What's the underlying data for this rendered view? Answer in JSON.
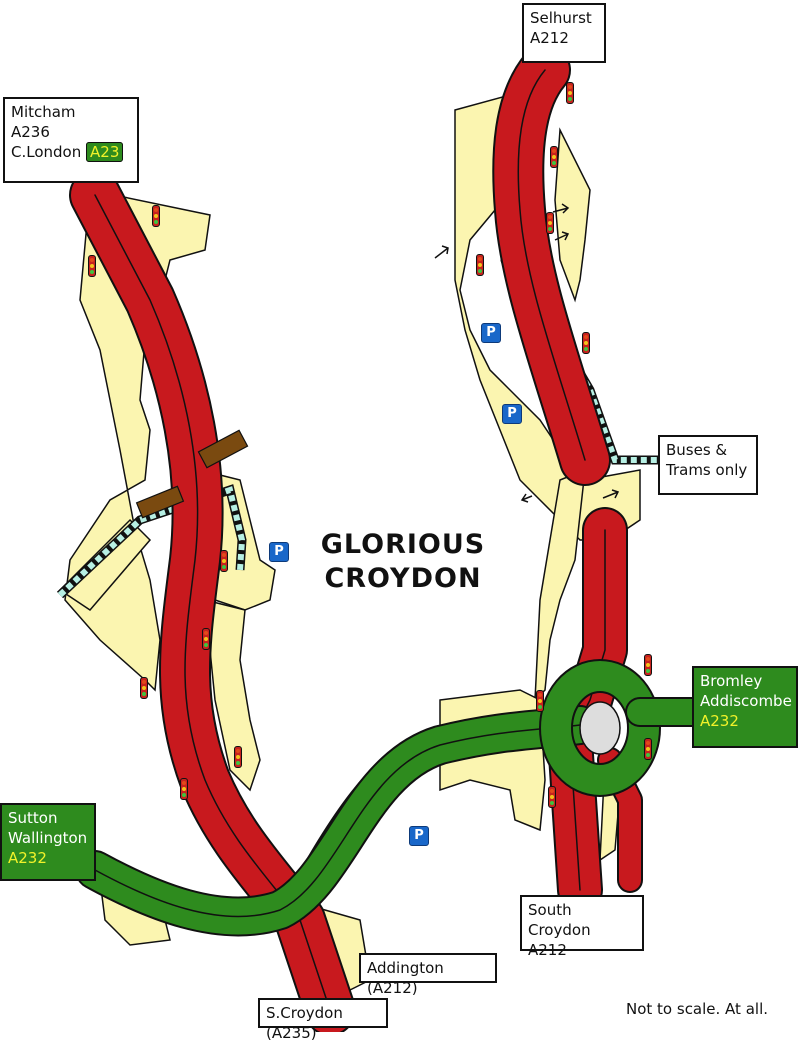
{
  "map": {
    "title_line1": "GLORIOUS",
    "title_line2": "CROYDON",
    "note": "Not to scale.  At all.",
    "colors": {
      "main_road": "#c8191e",
      "a232_road": "#2e8b1e",
      "local_road": "#fbf5b0",
      "bus_tram_route": "#b7f0e4",
      "bridge": "#7a4a10",
      "parking": "#1967c9"
    }
  },
  "labels": {
    "mitcham": {
      "line1": "Mitcham",
      "line2": "A236",
      "line3": "C.London",
      "road": "A23"
    },
    "selhurst": {
      "line1": "Selhurst",
      "line2": "A212"
    },
    "buses": {
      "line1": "Buses &",
      "line2": "Trams only"
    },
    "bromley": {
      "line1": "Bromley",
      "line2": "Addiscombe",
      "road": "A232"
    },
    "sutton": {
      "line1": "Sutton",
      "line2": "Wallington",
      "road": "A232"
    },
    "south_croydon": {
      "line1": "South Croydon",
      "line2": "A212"
    },
    "addington": {
      "text": "Addington (A212)"
    },
    "s_croydon": {
      "text": "S.Croydon (A235)"
    }
  },
  "parking": {
    "symbol": "P"
  },
  "icons": [
    "traffic-light-icon",
    "parking-icon",
    "direction-arrow-icon"
  ]
}
